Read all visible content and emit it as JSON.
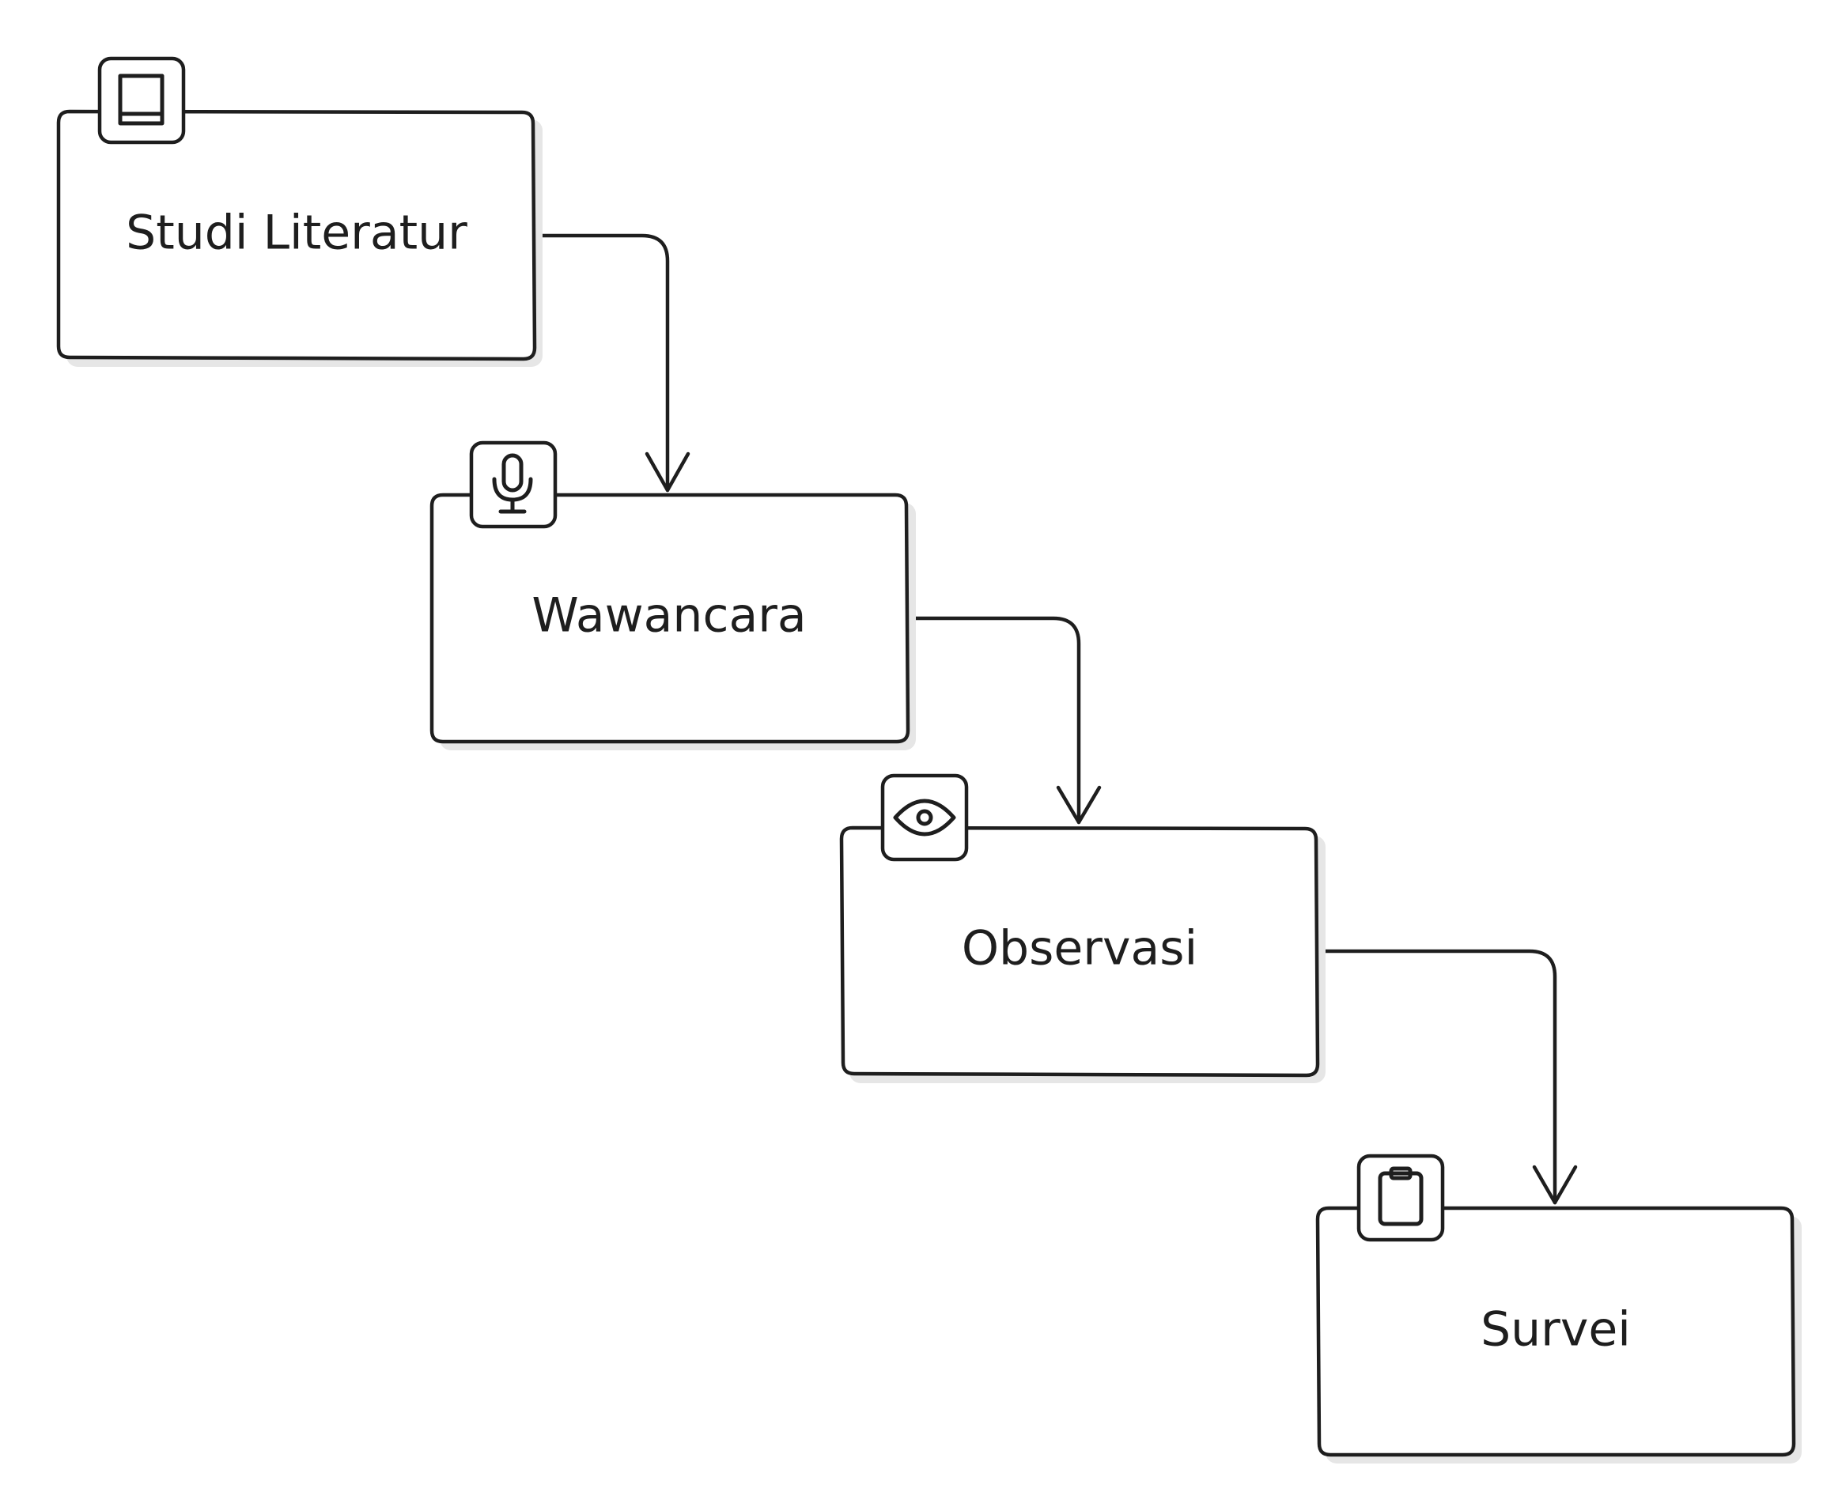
{
  "diagram": {
    "colors": {
      "stroke": "#1e1e1e",
      "background": "#ffffff",
      "shadow": "#e6e6e6"
    },
    "nodes": [
      {
        "id": "studi-literatur",
        "label": "Studi Literatur",
        "icon": "book-icon"
      },
      {
        "id": "wawancara",
        "label": "Wawancara",
        "icon": "microphone-icon"
      },
      {
        "id": "observasi",
        "label": "Observasi",
        "icon": "eye-icon"
      },
      {
        "id": "survei",
        "label": "Survei",
        "icon": "clipboard-icon"
      }
    ],
    "edges": [
      {
        "from": "studi-literatur",
        "to": "wawancara"
      },
      {
        "from": "wawancara",
        "to": "observasi"
      },
      {
        "from": "observasi",
        "to": "survei"
      }
    ]
  }
}
